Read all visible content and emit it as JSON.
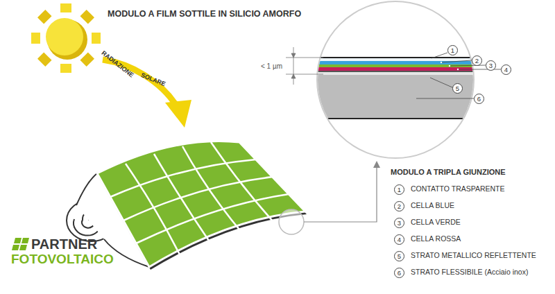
{
  "diagram": {
    "title": "MODULO A FILM SOTTILE IN SILICIO AMORFO",
    "labels": [
      "RADIAZIONE",
      "SOLARE",
      "< 1 µm",
      "1",
      "2",
      "3",
      "4",
      "5",
      "6",
      "MODULO A TRIPLA GIUNZIONE",
      "1",
      "2",
      "3",
      "4",
      "5",
      "6",
      "PARTNER",
      "FOTOVOLTAICO"
    ],
    "legend": [
      {
        "text": "CONTATTO TRASPARENTE"
      },
      {
        "text": "CELLA BLUE"
      },
      {
        "text": "CELLA VERDE"
      },
      {
        "text": "CELLA ROSSA"
      },
      {
        "text": "STRATO METALLICO REFLETTENTE"
      },
      {
        "text": "STRATO FLESSIBILE (Acciaio inox)"
      }
    ]
  }
}
